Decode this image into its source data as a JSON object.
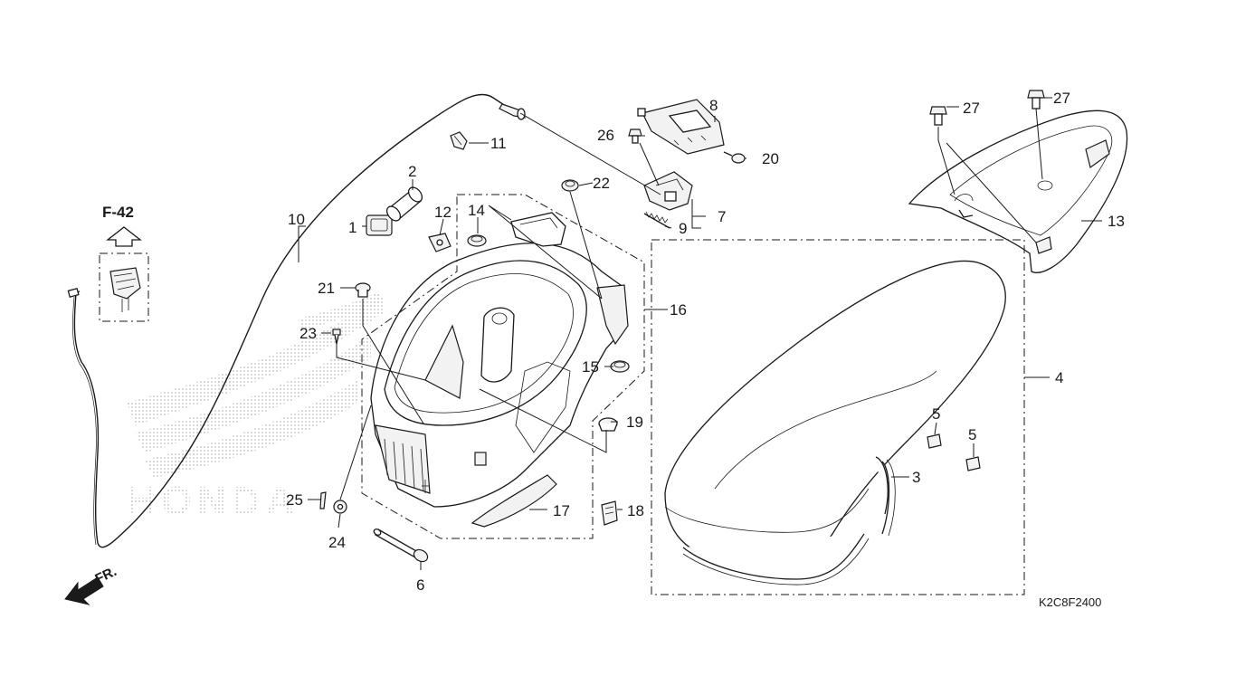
{
  "diagram": {
    "diagram_code": "K2C8F2400",
    "reference": "F-42",
    "front_mark": "FR.",
    "watermark": "HONDA",
    "callouts": {
      "c1": "1",
      "c2": "2",
      "c3": "3",
      "c4": "4",
      "c5a": "5",
      "c5b": "5",
      "c6": "6",
      "c7": "7",
      "c8": "8",
      "c9": "9",
      "c10": "10",
      "c11": "11",
      "c12": "12",
      "c13": "13",
      "c14": "14",
      "c15": "15",
      "c16": "16",
      "c17": "17",
      "c18": "18",
      "c19": "19",
      "c20": "20",
      "c21": "21",
      "c22": "22",
      "c23": "23",
      "c24": "24",
      "c25": "25",
      "c26": "26",
      "c27a": "27",
      "c27b": "27"
    }
  },
  "icons": {
    "up_arrow": "outline-up-arrow-icon",
    "front_arrow": "front-direction-arrow-icon"
  },
  "colors": {
    "line": "#1a1a1a",
    "watermark": "#c8c8c8",
    "background": "#ffffff"
  }
}
